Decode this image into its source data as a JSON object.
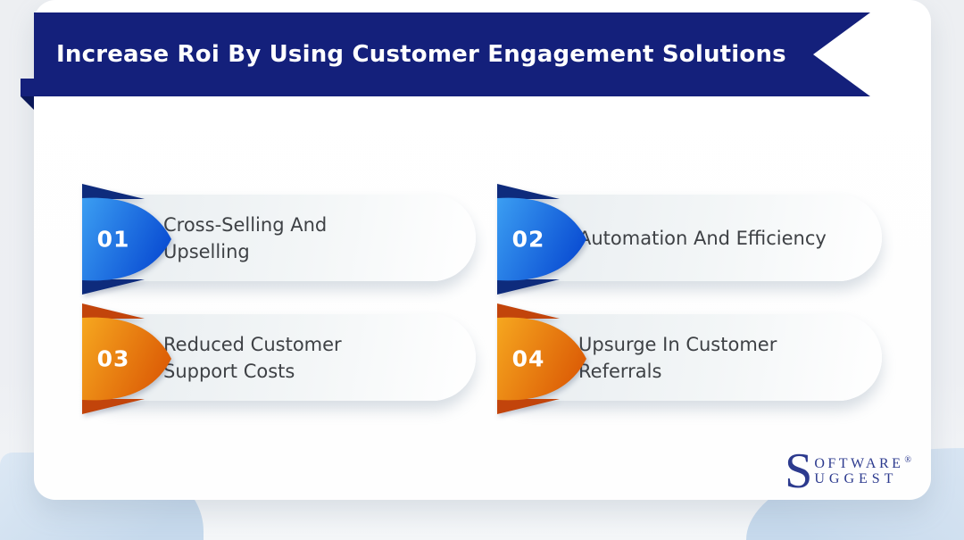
{
  "banner": {
    "title": "Increase Roi By Using Customer Engagement Solutions"
  },
  "items": [
    {
      "number": "01",
      "line1": "Cross-Selling And",
      "line2": "Upselling",
      "accent": "blue"
    },
    {
      "number": "02",
      "line1": "Automation And Efficiency",
      "line2": "",
      "accent": "blue"
    },
    {
      "number": "03",
      "line1": "Reduced Customer",
      "line2": "Support Costs",
      "accent": "orange"
    },
    {
      "number": "04",
      "line1": "Upsurge In Customer",
      "line2": "Referrals",
      "accent": "orange"
    }
  ],
  "logo": {
    "big": "S",
    "line1": "OFTWARE",
    "registered": "®",
    "line2": "UGGEST"
  },
  "colors": {
    "ribbon_navy": "#14207b",
    "ribbon_fold": "#0a1758",
    "blue_light": "#3b9ef2",
    "blue_dark": "#0c50d4",
    "blue_fold": "#0e2b7c",
    "orange_light": "#f6a71f",
    "orange_dark": "#dd5f07",
    "orange_fold": "#c2440b",
    "text_dark": "#3e4145",
    "logo_navy": "#2c3a8e",
    "bg_blue": "#c6d9ec",
    "card_white": "#ffffff"
  }
}
